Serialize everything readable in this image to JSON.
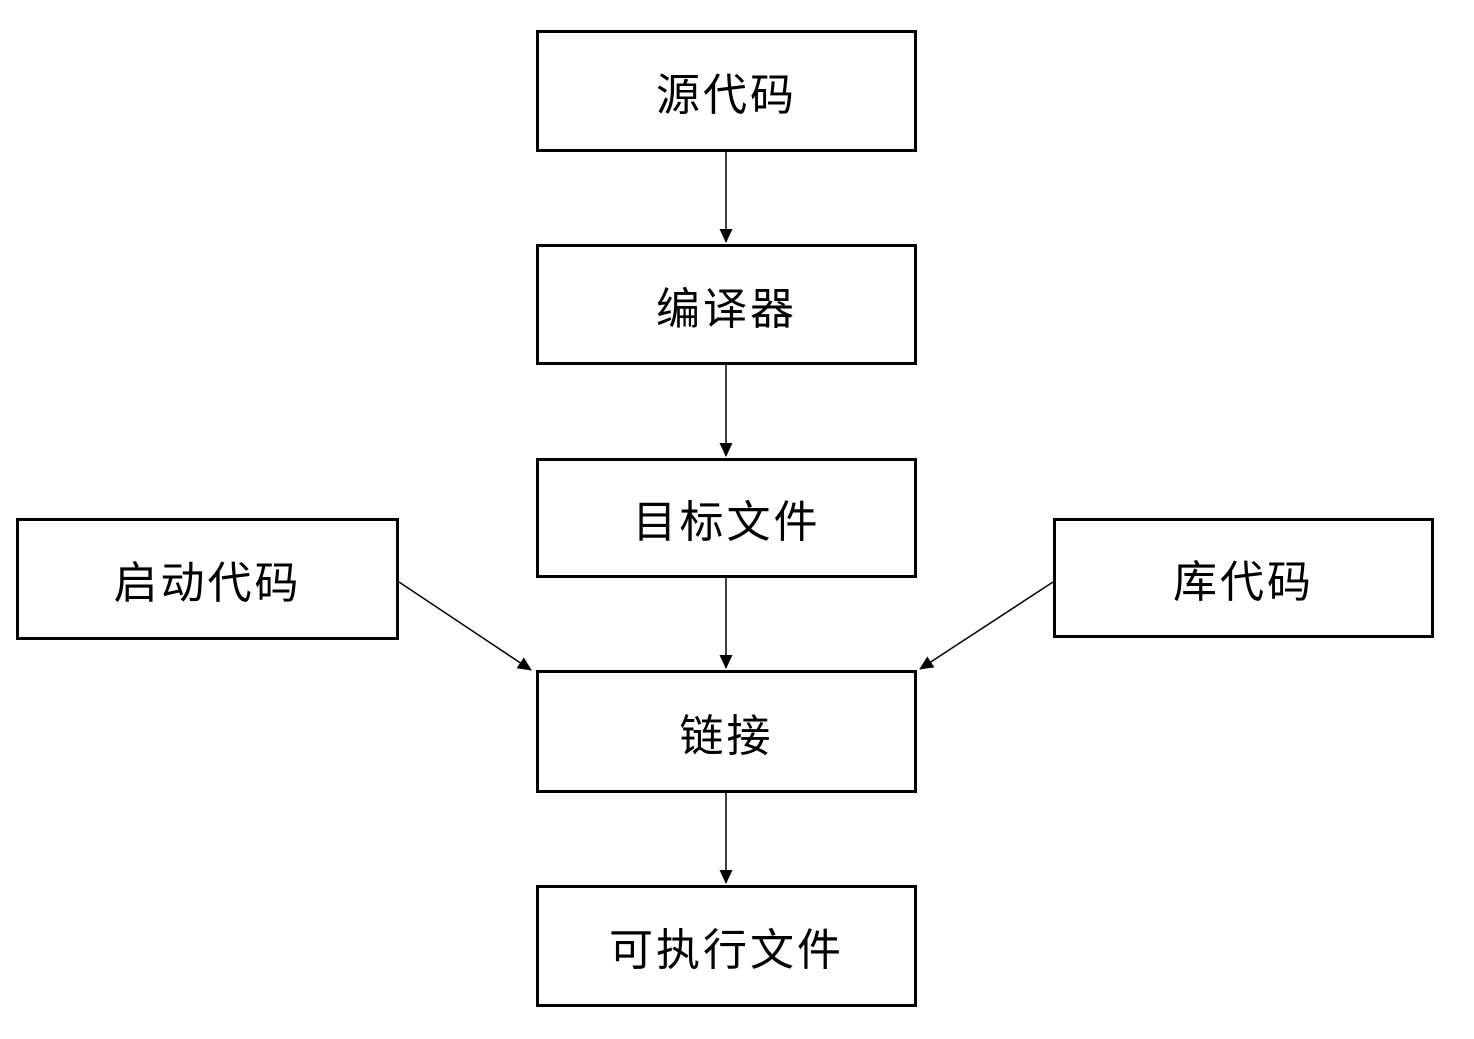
{
  "diagram": {
    "background_color": "#ffffff",
    "node_fill_color": "#ffffff",
    "node_border_color": "#000000",
    "text_color": "#000000",
    "arrow_color": "#000000",
    "nodes": {
      "source_code": {
        "label": "源代码"
      },
      "compiler": {
        "label": "编译器"
      },
      "object_file": {
        "label": "目标文件"
      },
      "startup_code": {
        "label": "启动代码"
      },
      "library_code": {
        "label": "库代码"
      },
      "link": {
        "label": "链接"
      },
      "executable_file": {
        "label": "可执行文件"
      }
    },
    "edges": [
      {
        "from": "source_code",
        "to": "compiler",
        "style": "arrow"
      },
      {
        "from": "compiler",
        "to": "object_file",
        "style": "arrow"
      },
      {
        "from": "object_file",
        "to": "link",
        "style": "arrow"
      },
      {
        "from": "startup_code",
        "to": "link",
        "style": "arrow"
      },
      {
        "from": "library_code",
        "to": "link",
        "style": "arrow"
      },
      {
        "from": "link",
        "to": "executable_file",
        "style": "arrow"
      }
    ]
  }
}
